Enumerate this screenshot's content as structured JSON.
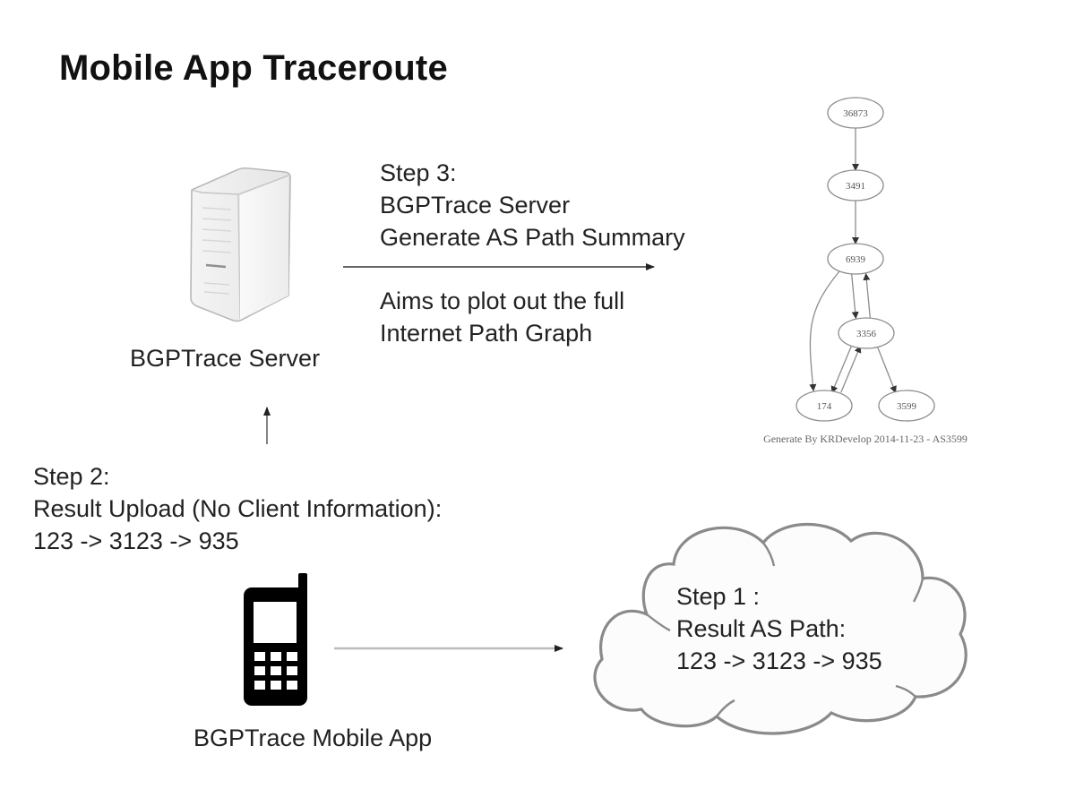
{
  "title": "Mobile App Traceroute",
  "server": {
    "icon": "server-tower-icon",
    "label": "BGPTrace Server"
  },
  "mobile": {
    "icon": "mobile-phone-icon",
    "label": "BGPTrace Mobile App"
  },
  "steps": {
    "step3": {
      "lines": [
        "Step 3:",
        "BGPTrace Server",
        "Generate AS Path Summary"
      ],
      "note_lines": [
        "Aims to plot out the full",
        "Internet Path Graph"
      ]
    },
    "step2": {
      "lines": [
        "Step 2:",
        "Result Upload (No Client Information):",
        "123 -> 3123 -> 935"
      ]
    },
    "step1": {
      "lines": [
        "Step 1 :",
        "Result AS Path:",
        "123 -> 3123 -> 935"
      ]
    }
  },
  "as_graph": {
    "nodes": [
      {
        "id": "36873",
        "label": "36873"
      },
      {
        "id": "3491",
        "label": "3491"
      },
      {
        "id": "6939",
        "label": "6939"
      },
      {
        "id": "3356",
        "label": "3356"
      },
      {
        "id": "174",
        "label": "174"
      },
      {
        "id": "3599",
        "label": "3599"
      }
    ],
    "edges": [
      {
        "from": "36873",
        "to": "3491"
      },
      {
        "from": "3491",
        "to": "6939"
      },
      {
        "from": "6939",
        "to": "3356"
      },
      {
        "from": "3356",
        "to": "6939"
      },
      {
        "from": "6939",
        "to": "174"
      },
      {
        "from": "3356",
        "to": "174"
      },
      {
        "from": "174",
        "to": "3356"
      },
      {
        "from": "3356",
        "to": "3599"
      }
    ],
    "caption": "Generate By KRDevelop 2014-11-23 - AS3599"
  },
  "colors": {
    "text": "#222222",
    "cloud_stroke": "#8a8a8a",
    "graph_stroke": "#8c8c8c",
    "arrow": "#333333"
  }
}
